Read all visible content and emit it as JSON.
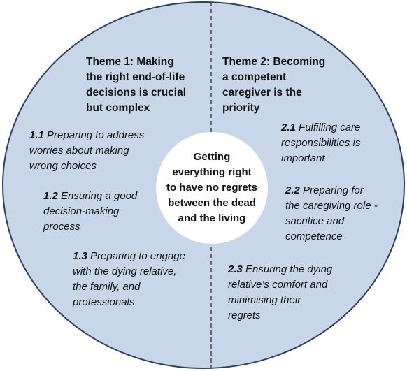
{
  "colors": {
    "ellipse_fill": "#c8d6ea",
    "ellipse_stroke": "#2e3f5c",
    "center_fill": "#ffffff",
    "divider": "#444444"
  },
  "center": {
    "lines": [
      "Getting",
      "everything right",
      "to have no regrets",
      "between the dead",
      "and the living"
    ]
  },
  "theme1": {
    "title_lines": [
      "Theme 1: Making",
      "the right end-of-life",
      "decisions is crucial",
      "but complex"
    ],
    "subthemes": [
      {
        "num": "1.1",
        "lines": [
          "Preparing to address",
          "worries about making",
          "wrong choices"
        ]
      },
      {
        "num": "1.2",
        "lines": [
          "Ensuring a good",
          "decision-making",
          "process"
        ]
      },
      {
        "num": "1.3",
        "lines": [
          "Preparing to engage",
          "with the dying relative,",
          "the family, and",
          "professionals"
        ]
      }
    ]
  },
  "theme2": {
    "title_lines": [
      "Theme 2: Becoming",
      "a competent",
      "caregiver is the",
      "priority"
    ],
    "subthemes": [
      {
        "num": "2.1",
        "lines": [
          "Fulfilling care",
          "responsibilities is",
          "important"
        ]
      },
      {
        "num": "2.2",
        "lines": [
          "Preparing for",
          "the caregiving role -",
          "sacrifice and",
          "competence"
        ]
      },
      {
        "num": "2.3",
        "lines": [
          "Ensuring the dying",
          "relative’s comfort and",
          "minimising their",
          "regrets"
        ]
      }
    ]
  }
}
